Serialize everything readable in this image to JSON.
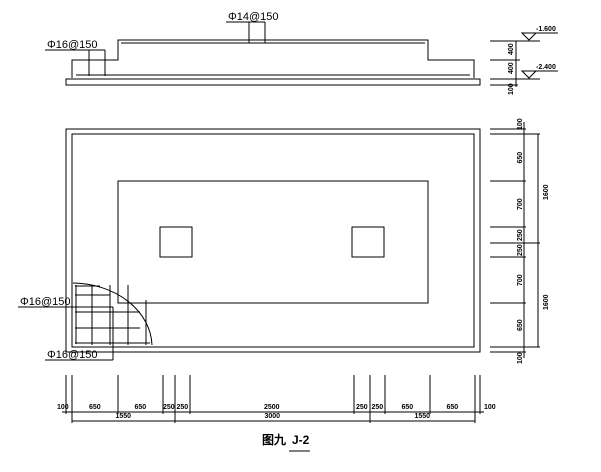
{
  "section": {
    "top_rebar_label": "Φ14@150",
    "bottom_rebar_label": "Φ16@150",
    "elevations": [
      "-1.600",
      "-2.400"
    ],
    "heights": [
      "400",
      "400",
      "100"
    ]
  },
  "plan": {
    "rebar_label_1": "Φ16@150",
    "rebar_label_2": "Φ16@150",
    "right_dims": [
      "100",
      "650",
      "700",
      "250",
      "250",
      "700",
      "650",
      "100"
    ],
    "right_totals": [
      "1600",
      "1600"
    ],
    "bottom_dims": [
      "100",
      "650",
      "650",
      "250",
      "250",
      "2500",
      "250",
      "250",
      "650",
      "650",
      "100"
    ],
    "bottom_totals": [
      "1550",
      "3000",
      "1550"
    ]
  },
  "caption": {
    "figure": "图九",
    "name": "J-2"
  }
}
